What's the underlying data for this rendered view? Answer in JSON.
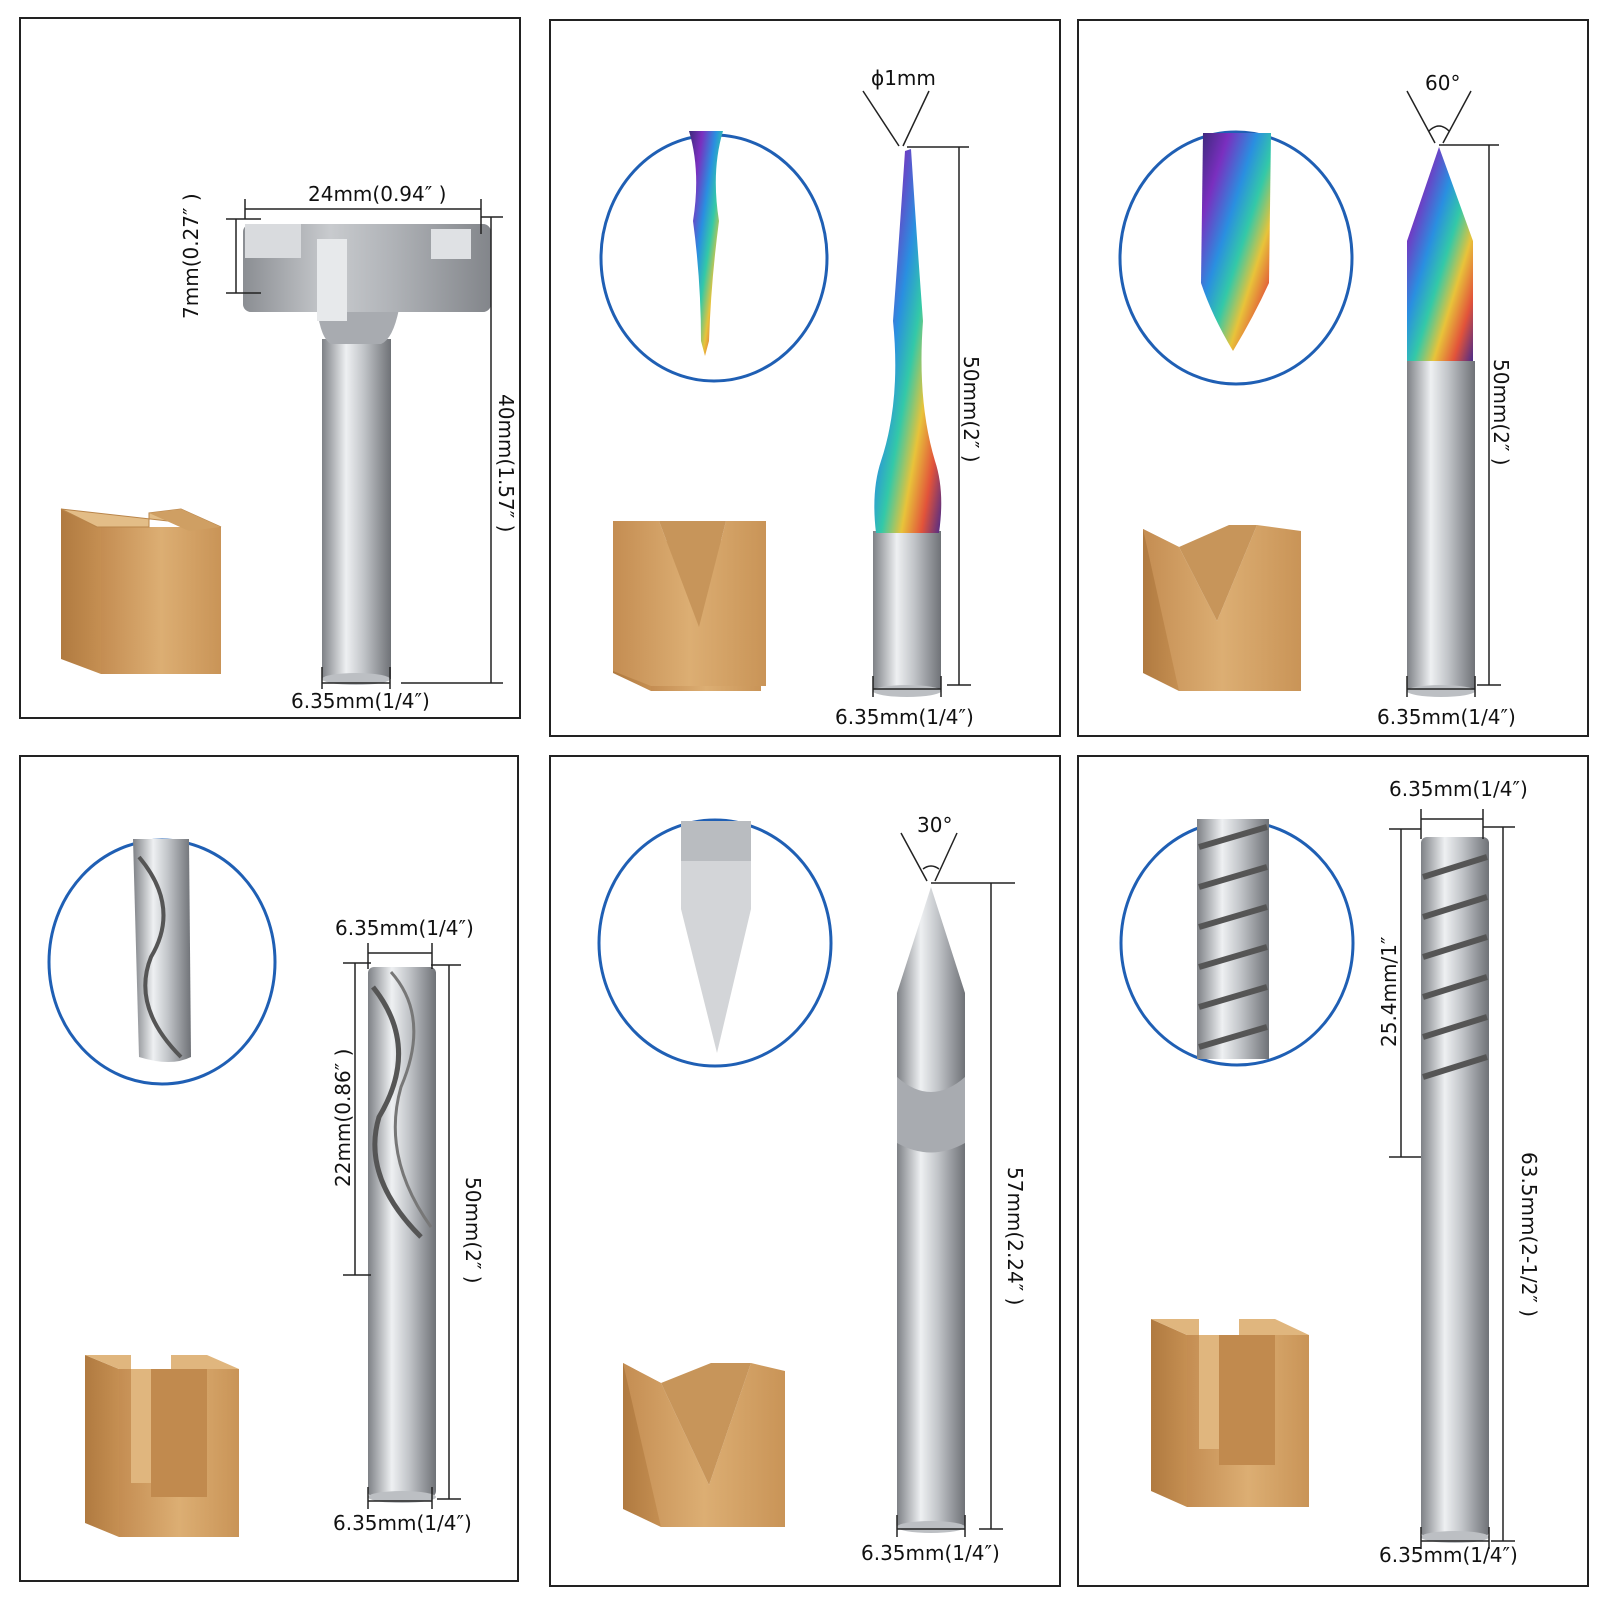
{
  "colors": {
    "border": "#222222",
    "circle": "#1f5fb4",
    "wood": "#d8a86a",
    "wood_dark": "#b9854a",
    "steel": "#c9cbcf",
    "steel_dark": "#8f9297"
  },
  "panels": [
    {
      "name": "t-slot-cutter",
      "labels": {
        "width": "24mm(0.94″ )",
        "height": "7mm(0.27″ )",
        "length": "40mm(1.57″ )",
        "shank": "6.35mm(1/4″)"
      }
    },
    {
      "name": "tapered-ball-nose",
      "labels": {
        "tip": "ϕ1mm",
        "length": "50mm(2″ )",
        "shank": "6.35mm(1/4″)"
      }
    },
    {
      "name": "v-bit-60",
      "labels": {
        "angle": "60°",
        "length": "50mm(2″ )",
        "shank": "6.35mm(1/4″)"
      }
    },
    {
      "name": "two-flute-end-mill",
      "labels": {
        "diameter": "6.35mm(1/4″)",
        "cut_length": "22mm(0.86″ )",
        "length": "50mm(2″ )",
        "shank": "6.35mm(1/4″)"
      }
    },
    {
      "name": "engraving-bit-30",
      "labels": {
        "angle": "30°",
        "length": "57mm(2.24″ )",
        "shank": "6.35mm(1/4″)"
      }
    },
    {
      "name": "single-flute-spiral",
      "labels": {
        "diameter": "6.35mm(1/4″)",
        "cut_length": "25.4mm/1″",
        "length": "63.5mm(2-1/2″ )",
        "shank": "6.35mm(1/4″)"
      }
    }
  ]
}
